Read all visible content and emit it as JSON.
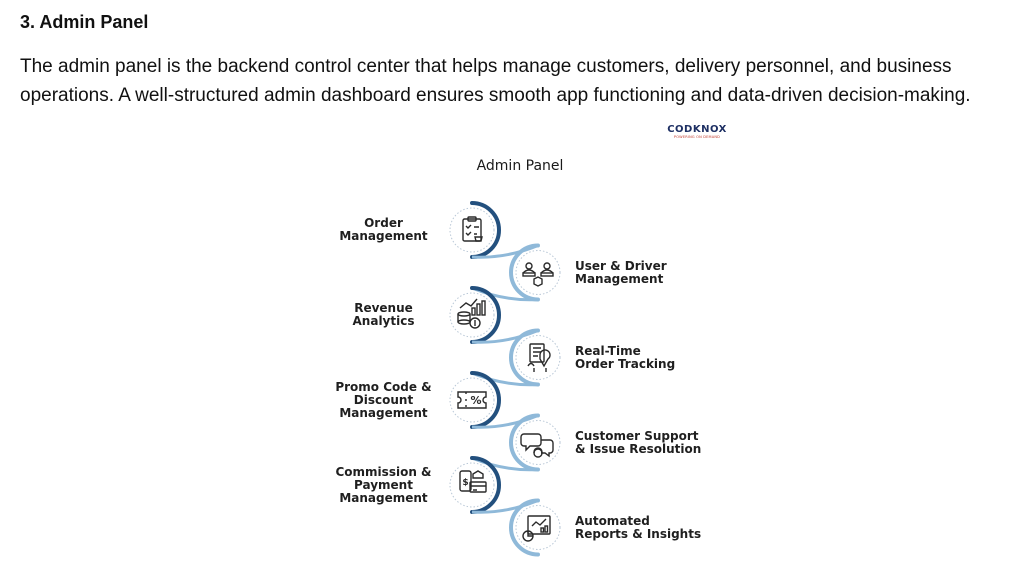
{
  "section": {
    "heading": "3. Admin Panel",
    "paragraph": "The admin panel is the backend control center that helps manage customers, delivery personnel, and business operations. A well-structured admin dashboard ensures smooth app functioning and data-driven decision-making."
  },
  "logo": {
    "name": "CODKNOX",
    "tagline": "POWERING ON DEMAND"
  },
  "diagram": {
    "title": "Admin Panel",
    "nodes": [
      {
        "lines": [
          "Order",
          "Management"
        ],
        "side": "left",
        "icon": "clipboard-cart-icon"
      },
      {
        "lines": [
          "User & Driver",
          "Management"
        ],
        "side": "right",
        "icon": "users-icon"
      },
      {
        "lines": [
          "Revenue",
          "Analytics"
        ],
        "side": "left",
        "icon": "coins-chart-icon"
      },
      {
        "lines": [
          "Real-Time",
          "Order Tracking"
        ],
        "side": "right",
        "icon": "map-location-icon"
      },
      {
        "lines": [
          "Promo Code &",
          "Discount",
          "Management"
        ],
        "side": "left",
        "icon": "discount-ticket-icon"
      },
      {
        "lines": [
          "Customer Support",
          "& Issue Resolution"
        ],
        "side": "right",
        "icon": "chat-support-icon"
      },
      {
        "lines": [
          "Commission &",
          "Payment",
          "Management"
        ],
        "side": "left",
        "icon": "payment-card-icon"
      },
      {
        "lines": [
          "Automated",
          "Reports & Insights"
        ],
        "side": "right",
        "icon": "report-chart-icon"
      }
    ],
    "colors": {
      "arc_dark": "#23507e",
      "arc_light": "#8fb9d9",
      "icon_stroke": "#2a2a2a",
      "dotted_ring": "#b8c7d6"
    }
  }
}
